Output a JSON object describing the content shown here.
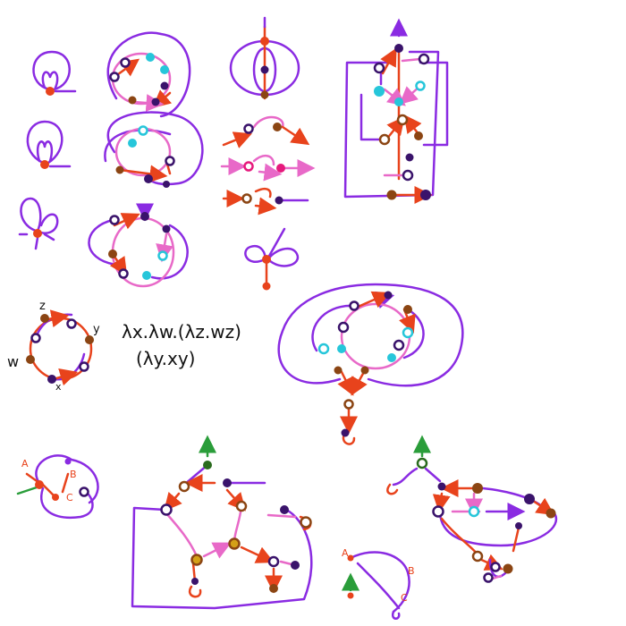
{
  "colors": {
    "purple": "#8a2be2",
    "orange": "#e8431c",
    "pink": "#e869c8",
    "navy": "#3a136b",
    "brown": "#8b4513",
    "cyan": "#26c6da",
    "magenta": "#e6197c",
    "green": "#2a9d3a",
    "ink": "#111111"
  },
  "labels": {
    "lambda_line1": "λx.λw.(λz.wz)",
    "lambda_line2": "(λy.xy)",
    "var_z": "z",
    "var_y": "y",
    "var_w": "w",
    "var_x": "x",
    "label_a1": "A",
    "label_b1": "B",
    "label_c1": "C",
    "label_a2": "A",
    "label_b2": "B",
    "label_c2": "C"
  }
}
